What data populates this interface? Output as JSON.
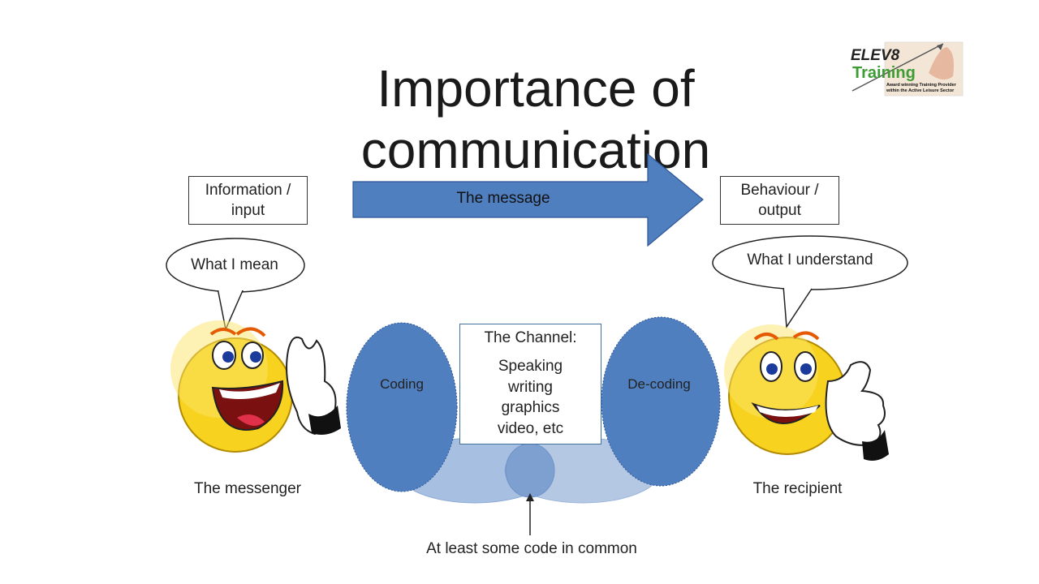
{
  "title": "Importance of communication",
  "logo": {
    "brand_top": "ELEV8",
    "brand_bottom": "Training",
    "tagline_1": "Award winning Training Provider",
    "tagline_2": "within the Active Leisure Sector"
  },
  "input_box": {
    "line1": "Information /",
    "line2": "input"
  },
  "output_box": {
    "line1": "Behaviour /",
    "line2": "output"
  },
  "arrow": {
    "label": "The message",
    "color": "#4f7fbf"
  },
  "speech_left": "What I mean",
  "speech_right": "What I understand",
  "coding": "Coding",
  "decoding": "De-coding",
  "channel": {
    "title": "The Channel:",
    "items": [
      "Speaking",
      "writing",
      "graphics",
      "video, etc"
    ]
  },
  "messenger": "The messenger",
  "recipient": "The recipient",
  "common": "At least some code in common",
  "colors": {
    "ellipse": "#4f7fbf",
    "ellipse_light": "#a7bfe0",
    "smiley": "#f7d21e"
  }
}
